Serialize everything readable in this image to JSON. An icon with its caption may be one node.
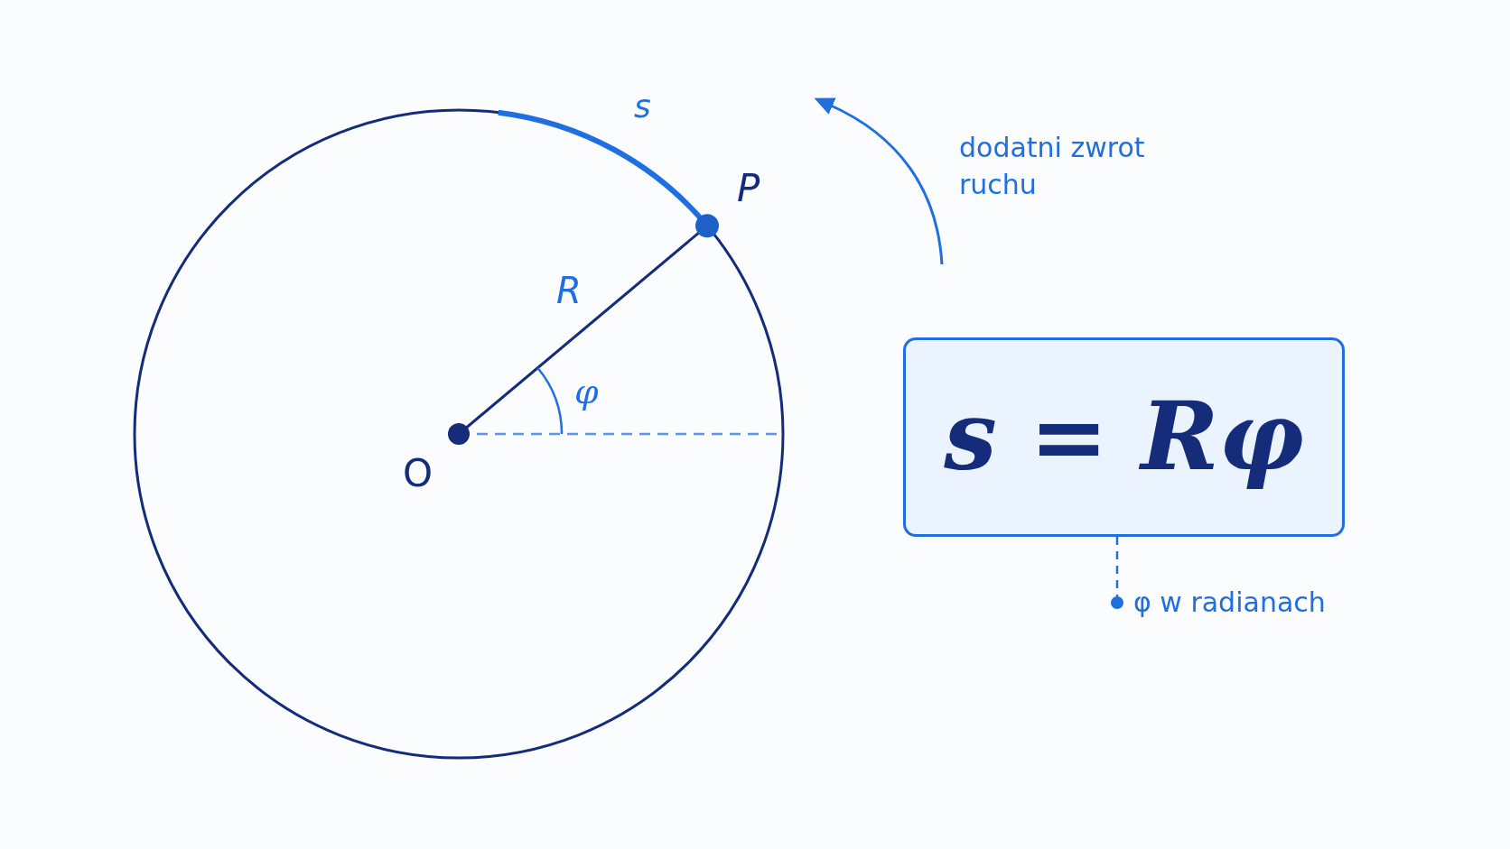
{
  "diagram": {
    "nodes": [
      {
        "text": [
          "s = Rφ"
        ]
      },
      {
        "text": [
          "φ w radianach"
        ]
      }
    ],
    "edges": [
      {
        "from": 1,
        "to": 0,
        "arrow": "other",
        "style": "dashed"
      }
    ],
    "labels": [
      "s",
      "P",
      "R",
      "φ",
      "O",
      "dodatni zwrot ruchu"
    ]
  }
}
